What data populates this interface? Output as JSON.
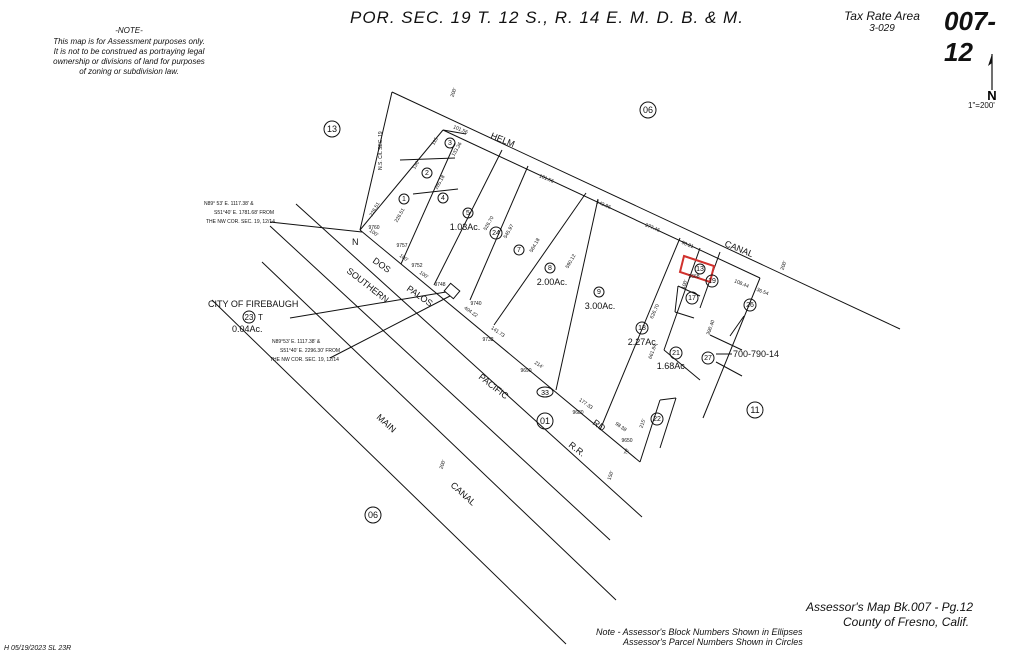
{
  "header": {
    "title": "POR.  SEC.  19 T. 12 S., R. 14 E. M. D. B. & M.",
    "tax_rate_area_label": "Tax Rate Area",
    "tax_rate_area_code": "3-029",
    "map_number": "007-12"
  },
  "note": {
    "heading": "-NOTE-",
    "lines": [
      "This map is for Assessment purposes only.",
      "It is not to be construed as portraying legal",
      "ownership or divisions of land for purposes",
      "of zoning or subdivision law."
    ]
  },
  "north_arrow": {
    "letter": "N"
  },
  "scale": "1\"=200'",
  "streets": {
    "helm": "HELM",
    "canal_top": "CANAL",
    "dos_palos": [
      "N",
      "DOS",
      "PALOS",
      "RD"
    ],
    "southern": "SOUTHERN",
    "pacific": "PACIFIC",
    "rr": "R.R.",
    "main": "MAIN",
    "canal_bottom": "CANAL",
    "ns_line": "N.S. C/L SEC. 19"
  },
  "circles": {
    "c13": "13",
    "c06_top": "06",
    "c01": "01",
    "c11": "11",
    "c06_bottom": "06"
  },
  "parcels": [
    {
      "num": "1"
    },
    {
      "num": "2"
    },
    {
      "num": "3"
    },
    {
      "num": "4"
    },
    {
      "num": "5",
      "area": "1.03Ac."
    },
    {
      "num": "24"
    },
    {
      "num": "7"
    },
    {
      "num": "8",
      "area": "2.00Ac."
    },
    {
      "num": "9",
      "area": "3.00Ac."
    },
    {
      "num": "18",
      "area": "2.27Ac."
    },
    {
      "num": "13"
    },
    {
      "num": "19"
    },
    {
      "num": "17"
    },
    {
      "num": "26"
    },
    {
      "num": "21",
      "area": "1.68Ac."
    },
    {
      "num": "27"
    },
    {
      "num": "22"
    },
    {
      "num": "23"
    }
  ],
  "dimensions": {
    "d1": "101.56",
    "d2": "115",
    "d3": "133.36",
    "d4": "130",
    "d5": "285.18",
    "d6": "226.51",
    "d7": "226.51",
    "d8": "101.56",
    "d9": "143.96",
    "d10": "277.46",
    "d11": "90.21",
    "d12": "108.44",
    "d13": "36.54",
    "d14": "626.75",
    "d15": "590.12",
    "d16": "564.18",
    "d17": "545.97",
    "d18": "526.70",
    "d19": "626.70",
    "d20": "661.84",
    "d21": "404.22",
    "d22": "141.73",
    "d23": "214'",
    "d24": "177.33",
    "d25": "98.38",
    "d26": "215'",
    "d27": "70'",
    "d28": "100'",
    "d29": "390.40",
    "d30": "200'",
    "d31": "200'",
    "d32": "200'",
    "d33": "150'",
    "d34": "100'",
    "d35": "100'",
    "d36": "100'"
  },
  "addresses": [
    "9760",
    "9757",
    "9752",
    "9748",
    "9740",
    "9732",
    "9690",
    "9680",
    "9650",
    "9668"
  ],
  "callouts": {
    "top": [
      "N89° 53' E. 1117.38' &",
      "S51°40' E. 1781.68' FROM",
      "THE NW COR. SEC. 19, 12/14"
    ],
    "bottom": [
      "N89°53' E. 1117.38' &",
      "S51°40' E. 2296.30' FROM",
      "THE NW COR. SEC. 19, 12/14"
    ],
    "city": "CITY OF FIREBAUGH",
    "city_parcel_area": "0.04Ac.",
    "apn": "700-790-14",
    "ellipse": "33"
  },
  "footer": {
    "line1": "Assessor's Map    Bk.007 - Pg.12",
    "line2": "County of Fresno, Calif.",
    "note1": "Note - Assessor's Block Numbers Shown in Ellipses",
    "note2": "Assessor's Parcel Numbers Shown in Circles",
    "stamp": "H 05/19/2023 SL 23R"
  },
  "colors": {
    "highlight": "#d0312d",
    "ink": "#111111"
  }
}
